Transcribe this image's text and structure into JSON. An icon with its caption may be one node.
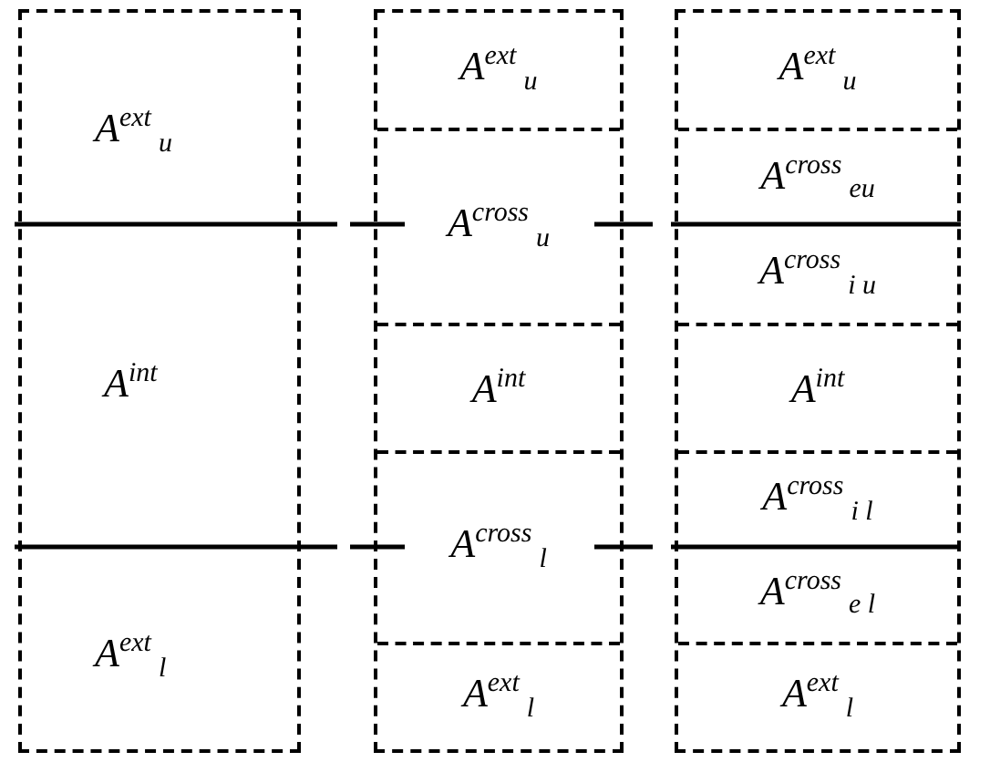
{
  "diagram": {
    "nodes": [
      {
        "text": [
          "A$^{ext}$$_{u}$",
          "A$^{int}$",
          "A$^{ext}$$_{l}$"
        ]
      },
      {
        "text": [],
        "shape": "box"
      },
      {
        "text": [
          "A$^{ext}$$_{u}$"
        ],
        "in": 1
      },
      {
        "text": [
          "A$^{cross}$$_{u}$"
        ],
        "in": 1
      },
      {
        "text": [
          "A$^{int}$"
        ],
        "in": 1
      },
      {
        "text": [
          "A$^{cross}$$_{l}$"
        ],
        "in": 1
      },
      {
        "text": [
          "A$^{ext}$$_{l}$"
        ],
        "in": 1
      },
      {
        "text": [],
        "shape": "box"
      },
      {
        "text": [
          "A$^{ext}$$_{u}$"
        ],
        "in": 7
      },
      {
        "text": [
          "A$^{cross}$$_{eu}$"
        ],
        "in": 7
      },
      {
        "text": [
          "A$^{cross}$$_{i u}$"
        ],
        "in": 7
      },
      {
        "text": [
          "A$^{int}$"
        ],
        "in": 7
      },
      {
        "text": [
          "A$^{cross}$$_{i l}$"
        ],
        "in": 7
      },
      {
        "text": [
          "A$^{cross}$$_{e l}$"
        ],
        "in": 7
      },
      {
        "text": [
          "A$^{ext}$$_{l}$"
        ],
        "in": 7
      }
    ],
    "edges": []
  }
}
